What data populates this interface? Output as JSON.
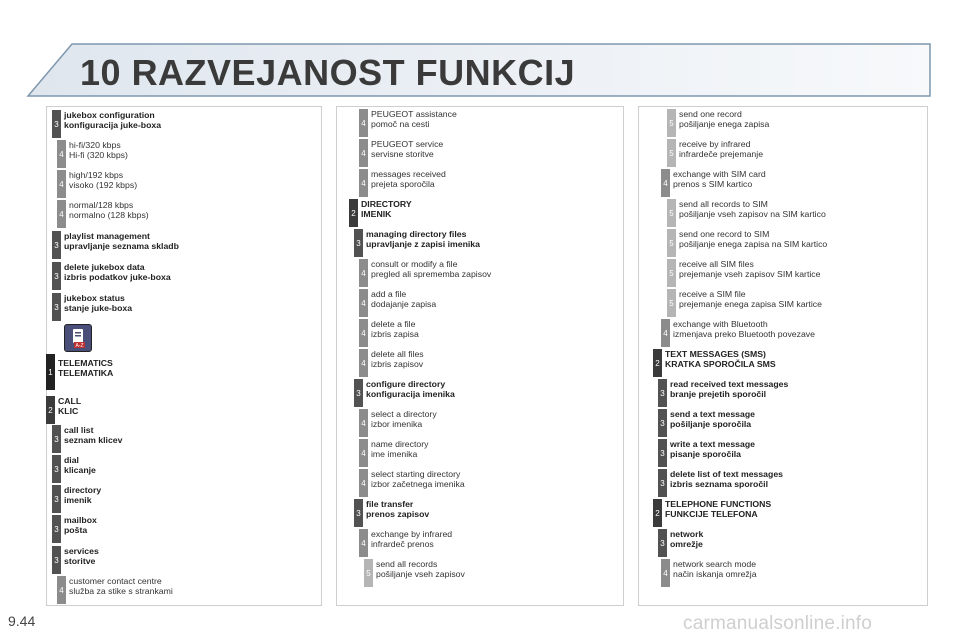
{
  "header": {
    "chapter": "10",
    "title": "RAZVEJANOST FUNKCIJ"
  },
  "footer": {
    "page_number": "9.44",
    "watermark": "carmanualsonline.info"
  },
  "columns": [
    {
      "items": [
        {
          "level": "3",
          "lines": [
            "jukebox configuration",
            "konfiguracija juke-boxa"
          ],
          "bold": true
        },
        {
          "level": "4",
          "lines": [
            "hi-fi/320 kbps",
            "Hi-fi (320 kbps)"
          ],
          "bold": false
        },
        {
          "level": "4",
          "lines": [
            "high/192 kbps",
            "visoko (192 kbps)"
          ],
          "bold": false
        },
        {
          "level": "4",
          "lines": [
            "normal/128 kbps",
            "normalno (128 kbps)"
          ],
          "bold": false
        },
        {
          "level": "3",
          "lines": [
            "playlist management",
            "upravljanje seznama skladb"
          ],
          "bold": true
        },
        {
          "level": "3",
          "lines": [
            "delete jukebox data",
            "izbris podatkov juke-boxa"
          ],
          "bold": true
        },
        {
          "level": "3",
          "lines": [
            "jukebox status",
            "stanje juke-boxa"
          ],
          "bold": true
        },
        {
          "level": "1",
          "lines": [
            "TELEMATICS",
            "TELEMATIKA"
          ],
          "bold": true
        },
        {
          "level": "2",
          "lines": [
            "CALL",
            "KLIC"
          ],
          "bold": true
        },
        {
          "level": "3",
          "lines": [
            "call list",
            "seznam klicev"
          ],
          "bold": true
        },
        {
          "level": "3",
          "lines": [
            "dial",
            "klicanje"
          ],
          "bold": true
        },
        {
          "level": "3",
          "lines": [
            "directory",
            "imenik"
          ],
          "bold": true
        },
        {
          "level": "3",
          "lines": [
            "mailbox",
            "pošta"
          ],
          "bold": true
        },
        {
          "level": "3",
          "lines": [
            "services",
            "storitve"
          ],
          "bold": true
        },
        {
          "level": "4",
          "lines": [
            "customer contact centre",
            "služba za stike s strankami"
          ],
          "bold": false
        }
      ]
    },
    {
      "items": [
        {
          "level": "4",
          "lines": [
            "PEUGEOT assistance",
            "pomoč na cesti"
          ],
          "bold": false
        },
        {
          "level": "4",
          "lines": [
            "PEUGEOT service",
            "servisne storitve"
          ],
          "bold": false
        },
        {
          "level": "4",
          "lines": [
            "messages received",
            "prejeta sporočila"
          ],
          "bold": false
        },
        {
          "level": "2",
          "lines": [
            "DIRECTORY",
            "IMENIK"
          ],
          "bold": true
        },
        {
          "level": "3",
          "lines": [
            "managing directory files",
            "upravljanje z zapisi imenika"
          ],
          "bold": true
        },
        {
          "level": "4",
          "lines": [
            "consult or modify a file",
            "pregled ali sprememba zapisov"
          ],
          "bold": false
        },
        {
          "level": "4",
          "lines": [
            "add a file",
            "dodajanje zapisa"
          ],
          "bold": false
        },
        {
          "level": "4",
          "lines": [
            "delete a file",
            "izbris zapisa"
          ],
          "bold": false
        },
        {
          "level": "4",
          "lines": [
            "delete all files",
            "izbris zapisov"
          ],
          "bold": false
        },
        {
          "level": "3",
          "lines": [
            "configure directory",
            "konfiguracija imenika"
          ],
          "bold": true
        },
        {
          "level": "4",
          "lines": [
            "select a directory",
            "izbor imenika"
          ],
          "bold": false
        },
        {
          "level": "4",
          "lines": [
            "name directory",
            "ime imenika"
          ],
          "bold": false
        },
        {
          "level": "4",
          "lines": [
            "select starting directory",
            "izbor začetnega imenika"
          ],
          "bold": false
        },
        {
          "level": "3",
          "lines": [
            "file transfer",
            "prenos zapisov"
          ],
          "bold": true
        },
        {
          "level": "4",
          "lines": [
            "exchange by infrared",
            "infrardeč prenos"
          ],
          "bold": false
        },
        {
          "level": "5",
          "lines": [
            "send all records",
            "pošiljanje vseh zapisov"
          ],
          "bold": false
        }
      ]
    },
    {
      "items": [
        {
          "level": "5",
          "lines": [
            "send one record",
            "pošiljanje enega zapisa"
          ],
          "bold": false
        },
        {
          "level": "5",
          "lines": [
            "receive by infrared",
            "infrardeče prejemanje"
          ],
          "bold": false
        },
        {
          "level": "4",
          "lines": [
            "exchange with SIM card",
            "prenos s SIM kartico"
          ],
          "bold": false
        },
        {
          "level": "5",
          "lines": [
            "send all records to SIM",
            "pošiljanje vseh zapisov na SIM kartico"
          ],
          "bold": false
        },
        {
          "level": "5",
          "lines": [
            "send one record to SIM",
            "pošiljanje enega zapisa na SIM kartico"
          ],
          "bold": false
        },
        {
          "level": "5",
          "lines": [
            "receive all SIM files",
            "prejemanje vseh zapisov SIM kartice"
          ],
          "bold": false
        },
        {
          "level": "5",
          "lines": [
            "receive a SIM file",
            "prejemanje enega zapisa SIM kartice"
          ],
          "bold": false
        },
        {
          "level": "4",
          "lines": [
            "exchange with Bluetooth",
            "izmenjava preko Bluetooth povezave"
          ],
          "bold": false
        },
        {
          "level": "2",
          "lines": [
            "TEXT MESSAGES (SMS)",
            "KRATKA SPOROČILA SMS"
          ],
          "bold": true
        },
        {
          "level": "3",
          "lines": [
            "read received text messages",
            "branje prejetih sporočil"
          ],
          "bold": true
        },
        {
          "level": "3",
          "lines": [
            "send a text message",
            "pošiljanje sporočila"
          ],
          "bold": true
        },
        {
          "level": "3",
          "lines": [
            "write a text message",
            "pisanje sporočila"
          ],
          "bold": true
        },
        {
          "level": "3",
          "lines": [
            "delete list of text messages",
            "izbris seznama sporočil"
          ],
          "bold": true
        },
        {
          "level": "2",
          "lines": [
            "TELEPHONE FUNCTIONS",
            "FUNKCIJE TELEFONA"
          ],
          "bold": true
        },
        {
          "level": "3",
          "lines": [
            "network",
            "omrežje"
          ],
          "bold": true
        },
        {
          "level": "4",
          "lines": [
            "network search mode",
            "način iskanja omrežja"
          ],
          "bold": false
        }
      ]
    }
  ]
}
